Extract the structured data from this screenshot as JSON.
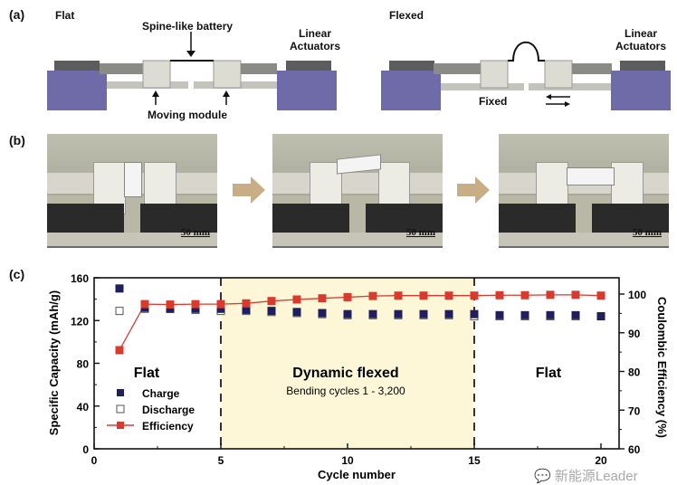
{
  "panel_a": {
    "label": "(a)",
    "flat_title": "Flat",
    "flexed_title": "Flexed",
    "battery_label": "Spine-like battery",
    "actuators_label_line1": "Linear",
    "actuators_label_line2": "Actuators",
    "moving_module_label": "Moving module",
    "fixed_label": "Fixed",
    "colors": {
      "actuator_block": "#6e6ba8",
      "module": "#dcdcd2",
      "rail": "#bdbdb4"
    }
  },
  "panel_b": {
    "label": "(b)",
    "photos": [
      {
        "state": "flat",
        "scale_bar": "50 mm"
      },
      {
        "state": "flexed",
        "scale_bar": "50 mm"
      },
      {
        "state": "flat",
        "scale_bar": "50 mm"
      }
    ],
    "arrow_color": "#c9ad84"
  },
  "panel_c": {
    "label": "(c)"
  },
  "watermark": "新能源Leader",
  "chart_data": {
    "type": "scatter",
    "title": "",
    "xlabel": "Cycle number",
    "ylabel": "Specific Capacity (mAh/g)",
    "ylabel_right": "Coulombic Efficiency (%)",
    "xlim": [
      0,
      20
    ],
    "ylim": [
      0,
      160
    ],
    "ylim_right": [
      60,
      104
    ],
    "x_ticks": [
      0,
      5,
      10,
      15,
      20
    ],
    "x_tick_labels": [
      "0",
      "5",
      "10",
      "15",
      "20"
    ],
    "y_ticks": [
      0,
      40,
      80,
      120,
      160
    ],
    "y_tick_labels": [
      "0",
      "40",
      "80",
      "120",
      "160"
    ],
    "y_right_ticks": [
      60,
      70,
      80,
      90,
      100
    ],
    "y_right_tick_labels": [
      "60",
      "70",
      "80",
      "90",
      "100"
    ],
    "grid": false,
    "legend_position": "lower-left",
    "x": [
      1,
      2,
      3,
      4,
      5,
      6,
      7,
      8,
      9,
      10,
      11,
      12,
      13,
      14,
      15,
      16,
      17,
      18,
      19,
      20
    ],
    "series": [
      {
        "name": "Charge",
        "marker": "filled-square",
        "color": "#1f1f5e",
        "axis": "left",
        "values": [
          150,
          132,
          131,
          131,
          131,
          130,
          129,
          128,
          127,
          126,
          126,
          126,
          126,
          126,
          126,
          125,
          125,
          125,
          125,
          124
        ]
      },
      {
        "name": "Discharge",
        "marker": "open-square",
        "color": "#555555",
        "axis": "left",
        "values": [
          129,
          131,
          131,
          130,
          129,
          129,
          128,
          127,
          126,
          125,
          125,
          125,
          125,
          125,
          124,
          124,
          124,
          124,
          124,
          124
        ]
      },
      {
        "name": "Efficiency",
        "marker": "filled-square-line",
        "color": "#d93a2e",
        "axis": "right",
        "values": [
          85.5,
          97.4,
          97.3,
          97.4,
          97.4,
          97.6,
          98.2,
          98.6,
          98.9,
          99.2,
          99.5,
          99.6,
          99.6,
          99.6,
          99.6,
          99.7,
          99.7,
          99.8,
          99.8,
          99.6
        ]
      }
    ],
    "regions": [
      {
        "x_range": [
          0,
          5
        ],
        "label": "Flat",
        "sublabel": "",
        "fill": "#ffffff"
      },
      {
        "x_range": [
          5,
          15
        ],
        "label": "Dynamic flexed",
        "sublabel": "Bending cycles 1 - 3,200",
        "fill": "#fdf7d8"
      },
      {
        "x_range": [
          15,
          20.7
        ],
        "label": "Flat",
        "sublabel": "",
        "fill": "#ffffff"
      }
    ],
    "dividers_at_x": [
      5,
      15
    ]
  }
}
